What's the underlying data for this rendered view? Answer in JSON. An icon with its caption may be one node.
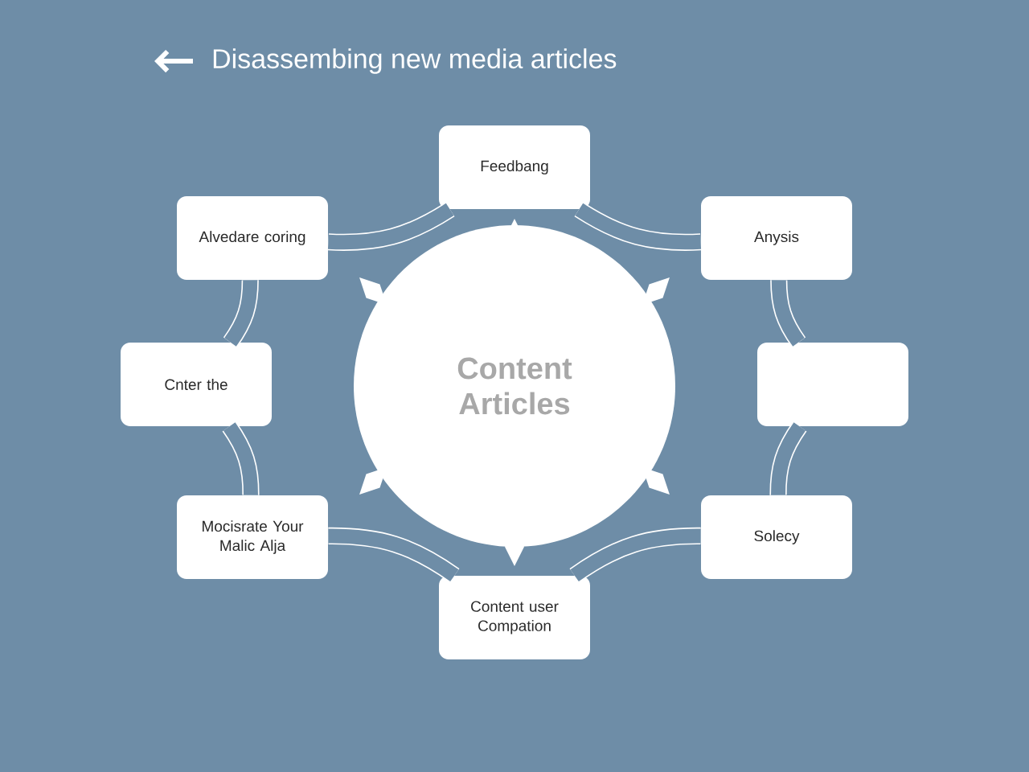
{
  "diagram": {
    "title": "Disassembing new media articles",
    "nodes": [
      {
        "text": [
          "Feedbang"
        ]
      },
      {
        "text": [
          "Alvedare coring"
        ]
      },
      {
        "text": [
          "Anysis"
        ]
      },
      {
        "text": [
          "Cnter the"
        ]
      },
      {
        "text": [
          "Content Articles"
        ]
      },
      {
        "text": [],
        "shape": "box"
      },
      {
        "text": [
          "Mocisrate Your Malic Alja"
        ]
      },
      {
        "text": [
          "Solecy"
        ]
      },
      {
        "text": [
          "Content user Compation"
        ]
      }
    ],
    "edges": [
      {
        "from": 0,
        "to": 2,
        "arrow": "none"
      },
      {
        "from": 2,
        "to": 5,
        "arrow": "none"
      },
      {
        "from": 5,
        "to": 7,
        "arrow": "none"
      },
      {
        "from": 7,
        "to": 8,
        "arrow": "none"
      },
      {
        "from": 8,
        "to": 6,
        "arrow": "none"
      },
      {
        "from": 6,
        "to": 3,
        "arrow": "none"
      },
      {
        "from": 3,
        "to": 1,
        "arrow": "none"
      },
      {
        "from": 1,
        "to": 0,
        "arrow": "none"
      }
    ]
  }
}
